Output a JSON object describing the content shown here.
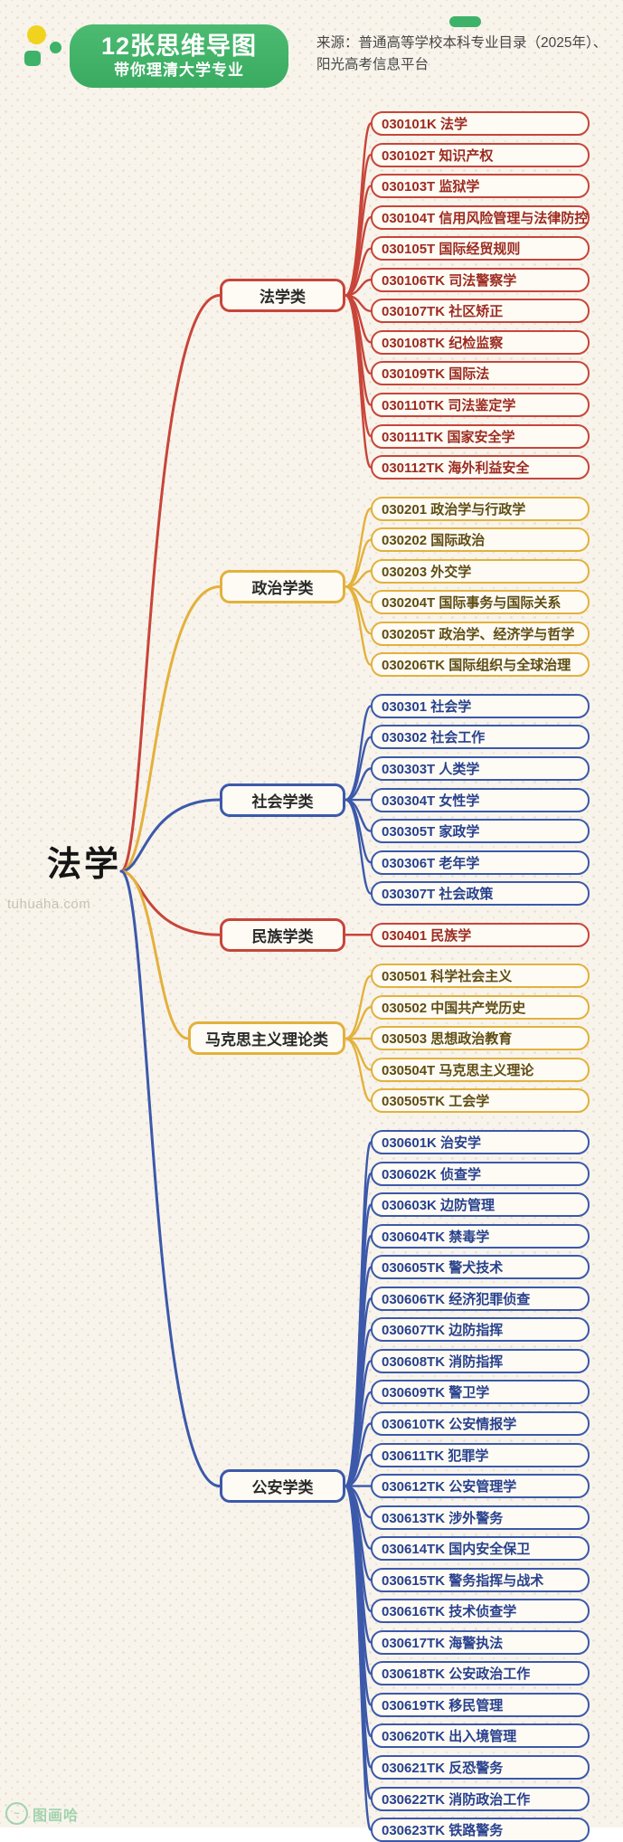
{
  "header": {
    "badge_line1": "12张思维导图",
    "badge_line2": "带你理清大学专业",
    "source_line1": "来源：普通高等学校本科专业目录（2025年）、",
    "source_line2": "阳光高考信息平台"
  },
  "root": {
    "label": "法学",
    "watermark": "tuhuaha.com"
  },
  "palette": {
    "red": {
      "border": "#c8453a",
      "text": "#9c2b21"
    },
    "gold": {
      "border": "#e3b13c",
      "text": "#5f4d13"
    },
    "blue": {
      "border": "#3c59aa",
      "text": "#28418d"
    },
    "green": "#3fb269",
    "label_text": "#2a2a2a"
  },
  "branches": [
    {
      "label": "法学类",
      "color": "red",
      "items": [
        "030101K 法学",
        "030102T 知识产权",
        "030103T 监狱学",
        "030104T 信用风险管理与法律防控",
        "030105T 国际经贸规则",
        "030106TK 司法警察学",
        "030107TK 社区矫正",
        "030108TK 纪检监察",
        "030109TK 国际法",
        "030110TK 司法鉴定学",
        "030111TK 国家安全学",
        "030112TK 海外利益安全"
      ]
    },
    {
      "label": "政治学类",
      "color": "gold",
      "items": [
        "030201 政治学与行政学",
        "030202 国际政治",
        "030203 外交学",
        "030204T 国际事务与国际关系",
        "030205T 政治学、经济学与哲学",
        "030206TK 国际组织与全球治理"
      ]
    },
    {
      "label": "社会学类",
      "color": "blue",
      "items": [
        "030301 社会学",
        "030302 社会工作",
        "030303T 人类学",
        "030304T 女性学",
        "030305T 家政学",
        "030306T 老年学",
        "030307T 社会政策"
      ]
    },
    {
      "label": "民族学类",
      "color": "red",
      "items": [
        "030401 民族学"
      ]
    },
    {
      "label": "马克思主义理论类",
      "color": "gold",
      "items": [
        "030501 科学社会主义",
        "030502 中国共产党历史",
        "030503 思想政治教育",
        "030504T 马克思主义理论",
        "030505TK 工会学"
      ]
    },
    {
      "label": "公安学类",
      "color": "blue",
      "items": [
        "030601K 治安学",
        "030602K 侦查学",
        "030603K 边防管理",
        "030604TK 禁毒学",
        "030605TK 警犬技术",
        "030606TK 经济犯罪侦查",
        "030607TK 边防指挥",
        "030608TK 消防指挥",
        "030609TK 警卫学",
        "030610TK 公安情报学",
        "030611TK 犯罪学",
        "030612TK 公安管理学",
        "030613TK 涉外警务",
        "030614TK 国内安全保卫",
        "030615TK 警务指挥与战术",
        "030616TK 技术侦查学",
        "030617TK 海警执法",
        "030618TK 公安政治工作",
        "030619TK 移民管理",
        "030620TK 出入境管理",
        "030621TK 反恐警务",
        "030622TK 消防政治工作",
        "030623TK 铁路警务"
      ]
    }
  ],
  "footer": {
    "watermark": "图画哈"
  }
}
